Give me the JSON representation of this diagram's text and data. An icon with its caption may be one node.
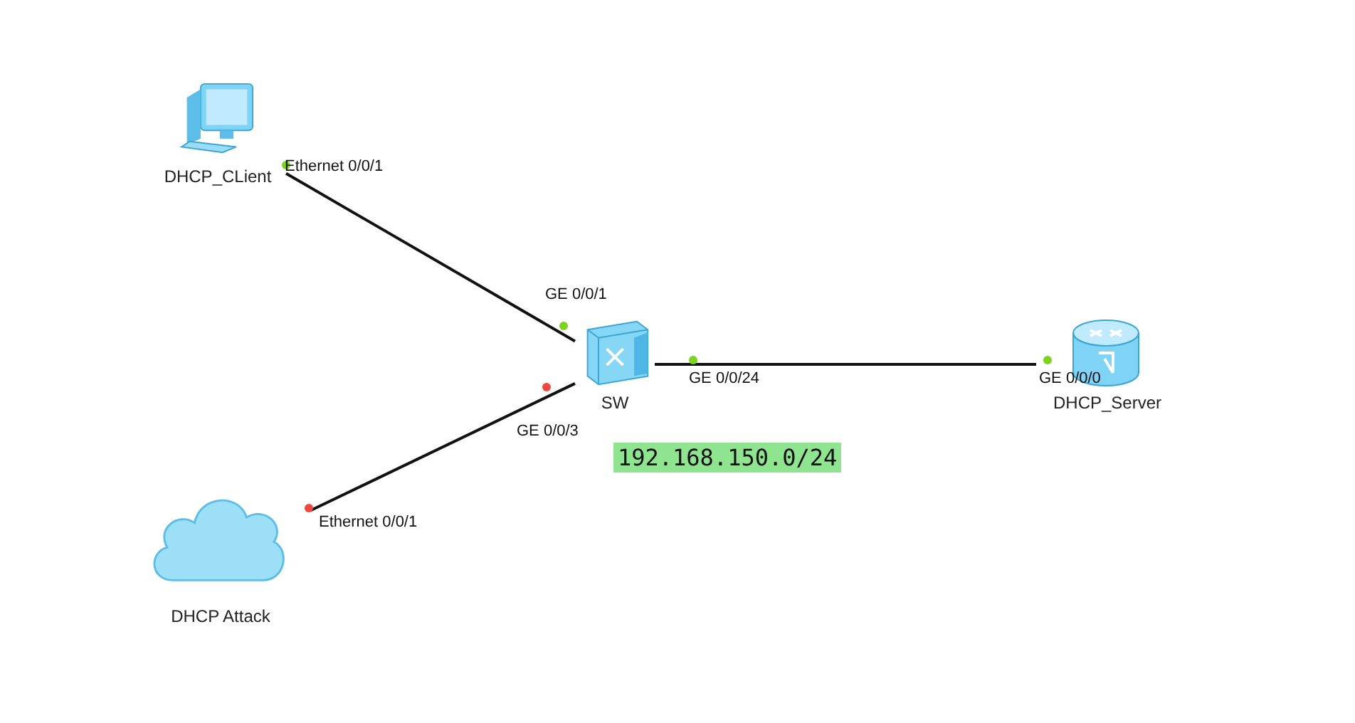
{
  "diagram": {
    "nodes": [
      {
        "text": [
          "DHCP_CLient"
        ]
      },
      {
        "text": [
          "SW"
        ]
      },
      {
        "text": [
          "DHCP_Server"
        ]
      },
      {
        "text": [
          "DHCP Attack"
        ]
      }
    ],
    "edges": [
      {
        "from": 0,
        "to": 1,
        "arrow": "none"
      },
      {
        "from": 1,
        "to": 2,
        "arrow": "none"
      },
      {
        "from": 3,
        "to": 1,
        "arrow": "none"
      }
    ],
    "labels": [
      "Ethernet 0/0/1",
      "GE 0/0/1",
      "GE 0/0/24",
      "GE 0/0/0",
      "GE 0/0/3",
      "192.168.150.0/24",
      "Ethernet 0/0/1"
    ]
  }
}
